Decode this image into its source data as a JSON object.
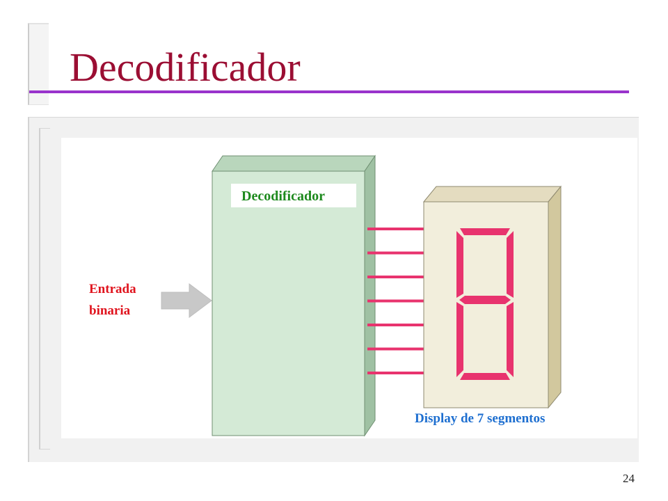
{
  "slide": {
    "title": "Decodificador",
    "page_number": "24"
  },
  "diagram": {
    "decoder_label": "Decodificador",
    "input_label_line1": "Entrada",
    "input_label_line2": "binaria",
    "display_label": "Display de 7 segmentos",
    "output_line_count": 7,
    "display_digit": "8"
  },
  "colors": {
    "title": "#9b0e33",
    "title_underline": "#9933cc",
    "decoder_fill": "#d4ead6",
    "decoder_label": "#1e8a1e",
    "input_label": "#e0141e",
    "display_fill": "#f2eedc",
    "segment": "#e8336e",
    "display_label": "#1e6fd0",
    "arrow": "#c8c8c8"
  }
}
